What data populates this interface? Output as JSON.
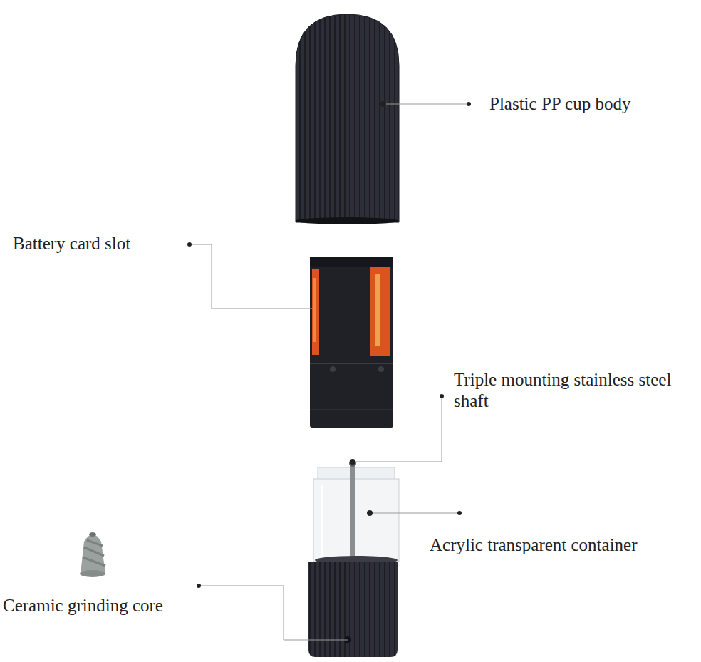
{
  "diagram": {
    "labels": [
      "Plastic PP cup body",
      "Battery card slot",
      "Triple mounting stainless steel shaft",
      "Acrylic transparent container",
      "Ceramic grinding core"
    ]
  }
}
